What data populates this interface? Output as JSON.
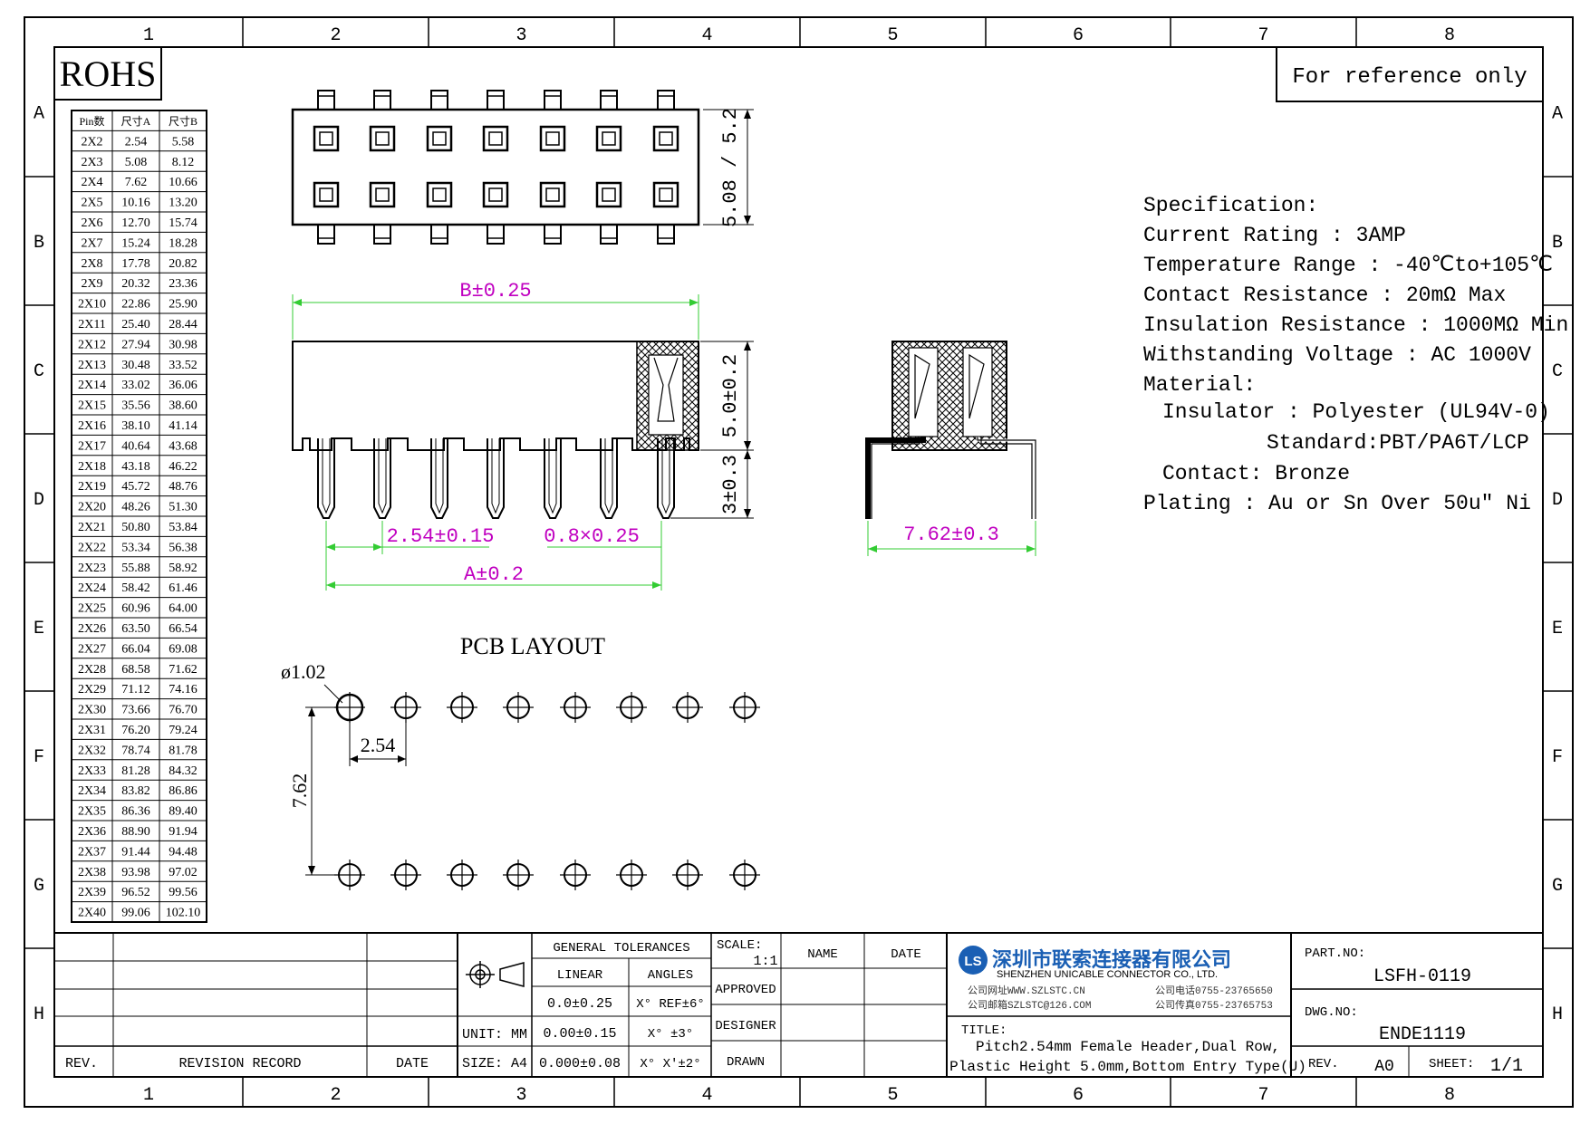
{
  "frame": {
    "col_labels": [
      "1",
      "2",
      "3",
      "4",
      "5",
      "6",
      "7",
      "8"
    ],
    "row_labels": [
      "A",
      "B",
      "C",
      "D",
      "E",
      "F",
      "G",
      "H"
    ]
  },
  "rohs": "ROHS",
  "reference_note": "For reference only",
  "dim_table": {
    "headers": [
      "Pin数",
      "尺寸A",
      "尺寸B"
    ],
    "rows": [
      [
        "2X2",
        "2.54",
        "5.58"
      ],
      [
        "2X3",
        "5.08",
        "8.12"
      ],
      [
        "2X4",
        "7.62",
        "10.66"
      ],
      [
        "2X5",
        "10.16",
        "13.20"
      ],
      [
        "2X6",
        "12.70",
        "15.74"
      ],
      [
        "2X7",
        "15.24",
        "18.28"
      ],
      [
        "2X8",
        "17.78",
        "20.82"
      ],
      [
        "2X9",
        "20.32",
        "23.36"
      ],
      [
        "2X10",
        "22.86",
        "25.90"
      ],
      [
        "2X11",
        "25.40",
        "28.44"
      ],
      [
        "2X12",
        "27.94",
        "30.98"
      ],
      [
        "2X13",
        "30.48",
        "33.52"
      ],
      [
        "2X14",
        "33.02",
        "36.06"
      ],
      [
        "2X15",
        "35.56",
        "38.60"
      ],
      [
        "2X16",
        "38.10",
        "41.14"
      ],
      [
        "2X17",
        "40.64",
        "43.68"
      ],
      [
        "2X18",
        "43.18",
        "46.22"
      ],
      [
        "2X19",
        "45.72",
        "48.76"
      ],
      [
        "2X20",
        "48.26",
        "51.30"
      ],
      [
        "2X21",
        "50.80",
        "53.84"
      ],
      [
        "2X22",
        "53.34",
        "56.38"
      ],
      [
        "2X23",
        "55.88",
        "58.92"
      ],
      [
        "2X24",
        "58.42",
        "61.46"
      ],
      [
        "2X25",
        "60.96",
        "64.00"
      ],
      [
        "2X26",
        "63.50",
        "66.54"
      ],
      [
        "2X27",
        "66.04",
        "69.08"
      ],
      [
        "2X28",
        "68.58",
        "71.62"
      ],
      [
        "2X29",
        "71.12",
        "74.16"
      ],
      [
        "2X30",
        "73.66",
        "76.70"
      ],
      [
        "2X31",
        "76.20",
        "79.24"
      ],
      [
        "2X32",
        "78.74",
        "81.78"
      ],
      [
        "2X33",
        "81.28",
        "84.32"
      ],
      [
        "2X34",
        "83.82",
        "86.86"
      ],
      [
        "2X35",
        "86.36",
        "89.40"
      ],
      [
        "2X36",
        "88.90",
        "91.94"
      ],
      [
        "2X37",
        "91.44",
        "94.48"
      ],
      [
        "2X38",
        "93.98",
        "97.02"
      ],
      [
        "2X39",
        "96.52",
        "99.56"
      ],
      [
        "2X40",
        "99.06",
        "102.10"
      ]
    ]
  },
  "dims": {
    "top_height": "5.08 / 5.2",
    "b_width": "B±0.25",
    "body_height": "5.0±0.2",
    "pin_length": "3±0.3",
    "pitch": "2.54±0.15",
    "pin_size": "0.8×0.25",
    "a_width": "A±0.2",
    "row_spacing": "7.62±0.3"
  },
  "pcb": {
    "title": "PCB LAYOUT",
    "hole_dia": "ø1.02",
    "pitch": "2.54",
    "row_spacing": "7.62"
  },
  "spec": {
    "title": "Specification:",
    "lines": [
      "Current Rating : 3AMP",
      "Temperature Range : -40℃to+105℃",
      "Contact Resistance : 20mΩ Max",
      "Insulation Resistance : 1000MΩ Min",
      "Withstanding Voltage : AC 1000V",
      "Material:"
    ],
    "insulator": "Insulator : Polyester (UL94V-0)",
    "standard": "Standard:PBT/PA6T/LCP",
    "contact": "Contact: Bronze",
    "plating": "Plating : Au or Sn Over 50u\" Ni"
  },
  "title_block": {
    "rev_label": "REV.",
    "revision_record": "REVISION RECORD",
    "date_label": "DATE",
    "unit": "UNIT: MM",
    "size": "SIZE: A4",
    "general_tolerances": "GENERAL TOLERANCES",
    "linear": "LINEAR",
    "angles": "ANGLES",
    "tol_linear": [
      "0.0±0.25",
      "0.00±0.15",
      "0.000±0.08"
    ],
    "tol_angles": [
      "X° REF±6°",
      "X° ±3°",
      "X° X'±2°"
    ],
    "scale_label": "SCALE:",
    "scale_value": "1:1",
    "approved": "APPROVED",
    "designer": "DESIGNER",
    "drawn": "DRAWN",
    "name": "NAME",
    "date": "DATE",
    "company_cn": "深圳市联索连接器有限公司",
    "company_en": "SHENZHEN UNICABLE CONNECTOR CO., LTD.",
    "logo_text": "LS",
    "website": "公司网址WWW.SZLSTC.CN",
    "email": "公司邮箱SZLSTC@126.COM",
    "phone": "公司电话0755-23765650",
    "fax": "公司传真0755-23765753",
    "title_label": "TITLE:",
    "title_line1": "Pitch2.54mm Female Header,Dual Row,",
    "title_line2": "Plastic Height 5.0mm,Bottom Entry Type(U)",
    "part_no_label": "PART.NO:",
    "part_no": "LSFH-0119",
    "dwg_no_label": "DWG.NO:",
    "dwg_no": "ENDE1119",
    "rev_value": "A0",
    "sheet_label": "SHEET:",
    "sheet_value": "1/1"
  }
}
